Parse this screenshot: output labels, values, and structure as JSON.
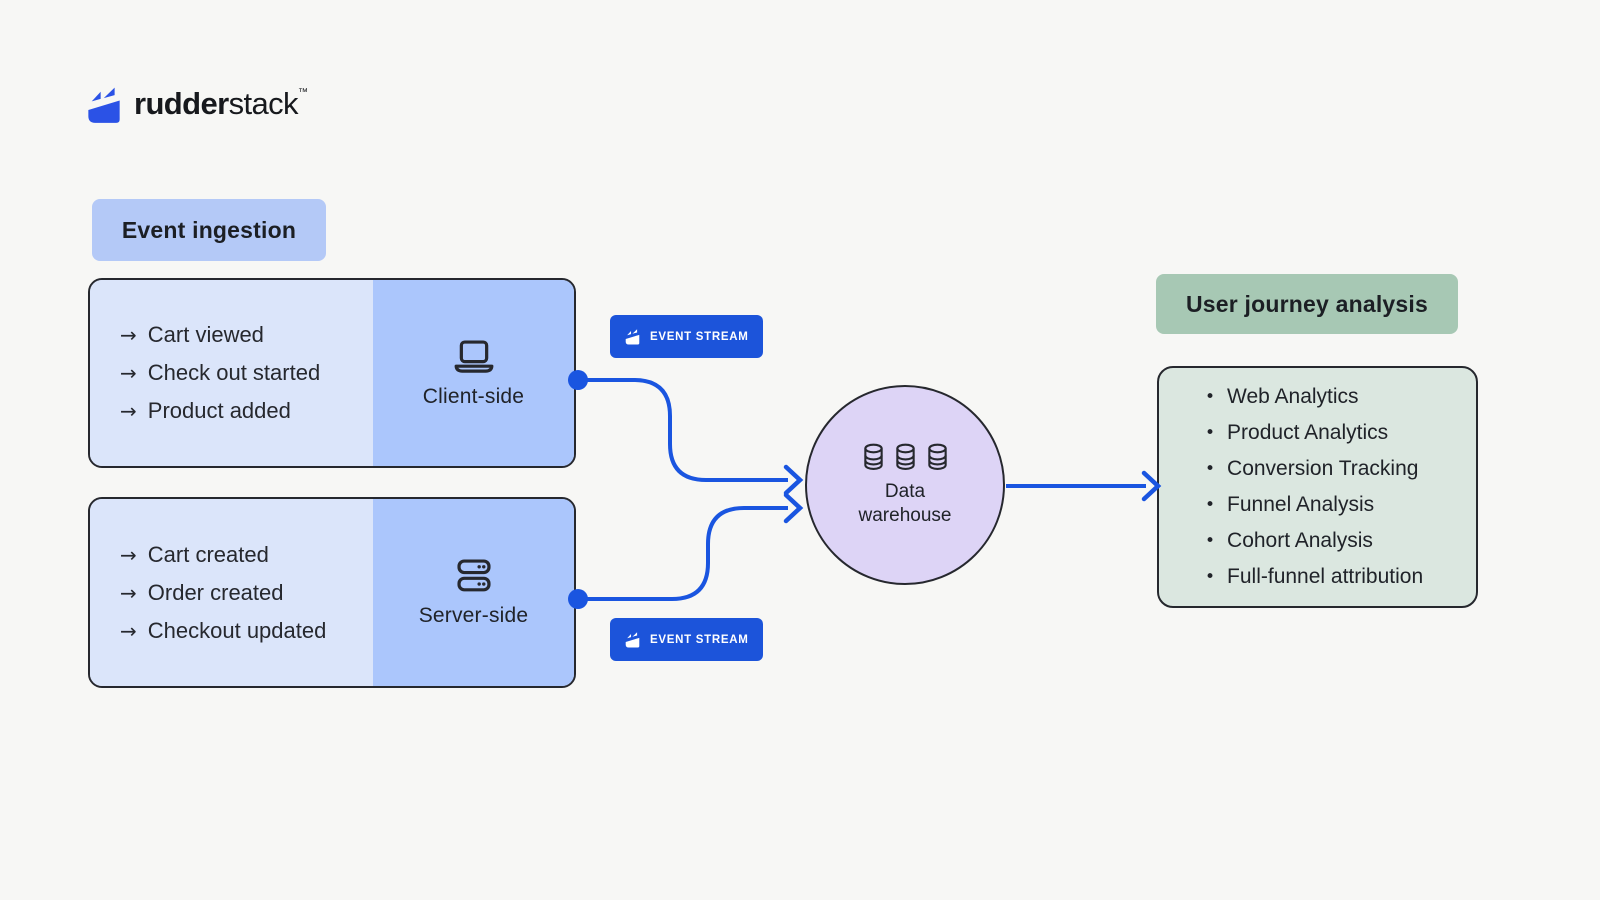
{
  "logo": {
    "brand_bold": "rudder",
    "brand_regular": "stack",
    "trademark": "™"
  },
  "event_ingestion_badge": "Event ingestion",
  "user_journey_badge": "User journey analysis",
  "client_box": {
    "events": [
      "Cart viewed",
      "Check out started",
      "Product added"
    ],
    "side_label": "Client-side"
  },
  "server_box": {
    "events": [
      "Cart created",
      "Order created",
      "Checkout updated"
    ],
    "side_label": "Server-side"
  },
  "event_stream_badge": "EVENT STREAM",
  "warehouse": {
    "line1": "Data",
    "line2": "warehouse"
  },
  "analysis_box": {
    "items": [
      "Web Analytics",
      "Product Analytics",
      "Conversion Tracking",
      "Funnel Analysis",
      "Cohort Analysis",
      "Full-funnel attribution"
    ]
  },
  "glyphs": {
    "arrow": "→",
    "bullet": "•"
  },
  "colors": {
    "background": "#f7f7f5",
    "outline_dark": "#26282e",
    "panel_light_blue": "#dbe5fa",
    "panel_medium_blue": "#abc6fc",
    "badge_blue": "#b4c9f7",
    "button_blue": "#1c54da",
    "arrow_blue": "#1a55e0",
    "logo_blue": "#2b52e6",
    "circle_lavender": "#ddd4f6",
    "badge_green": "#a7c8b4",
    "box_green": "#dbe7e0"
  }
}
